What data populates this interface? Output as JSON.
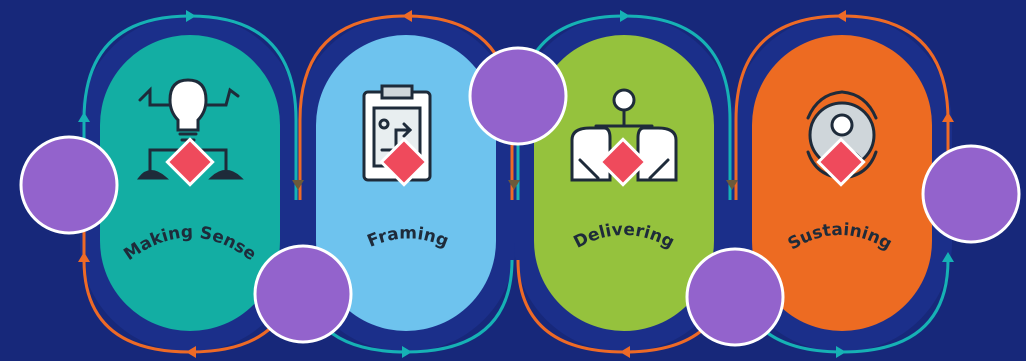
{
  "colors": {
    "background": "#17287a",
    "loop_teal": "#16b2b5",
    "loop_orange": "#ee6a26",
    "marker_purple": "#9363cc",
    "marker_diamond": "#ef4a5c"
  },
  "stages": [
    {
      "label": "Making Sense",
      "color": "#13aea3",
      "icon": "lightbulb-flow-icon"
    },
    {
      "label": "Framing",
      "color": "#6ec3ee",
      "icon": "clipboard-plan-icon"
    },
    {
      "label": "Delivering",
      "color": "#95c23d",
      "icon": "collaboration-icon"
    },
    {
      "label": "Sustaining",
      "color": "#ed6b22",
      "icon": "cycle-person-icon"
    }
  ]
}
